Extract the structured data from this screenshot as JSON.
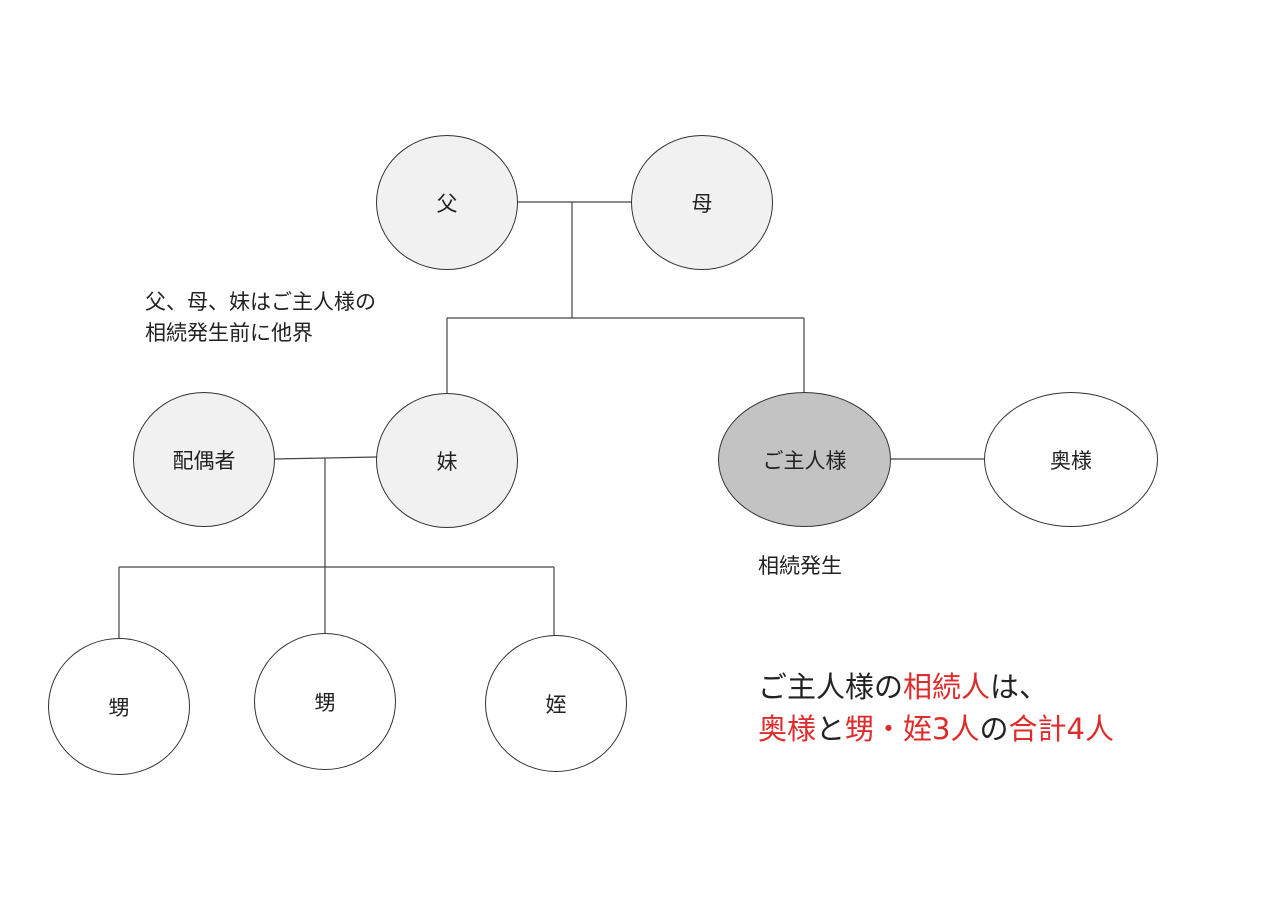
{
  "nodes": {
    "father": "父",
    "mother": "母",
    "spouse": "配偶者",
    "sister": "妹",
    "husband": "ご主人様",
    "wife": "奥様",
    "nephew_1": "甥",
    "nephew_2": "甥",
    "niece": "姪"
  },
  "notes": {
    "deceased_line1": "父、母、妹はご主人様の",
    "deceased_line2": "相続発生前に他界",
    "inheritance_event": "相続発生"
  },
  "summary": {
    "line1_prefix": "ご主人様の",
    "line1_highlight": "相続人",
    "line1_suffix": "は、",
    "line2_wife": "奥様",
    "line2_and": "と",
    "line2_children": "甥・姪3人",
    "line2_of": "の",
    "line2_total": "合計4人"
  },
  "colors": {
    "highlight": "#dd2c2c",
    "deceased_fill": "#f1f1f1",
    "main_fill": "#c3c3c3",
    "heir_fill": "#ffffff"
  }
}
